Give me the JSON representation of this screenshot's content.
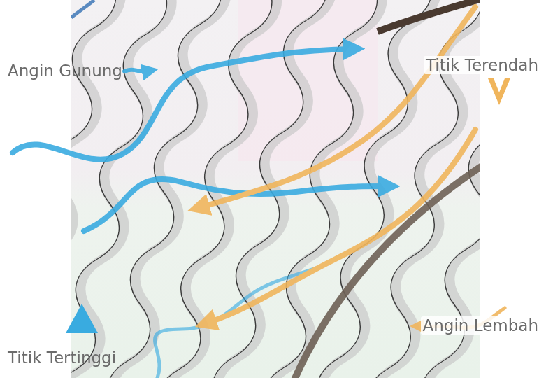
{
  "diagram": {
    "labels": [
      "Angin Gunung",
      "Titik Terendah",
      "Angin Lembah",
      "Titik Tertinggi"
    ]
  }
}
